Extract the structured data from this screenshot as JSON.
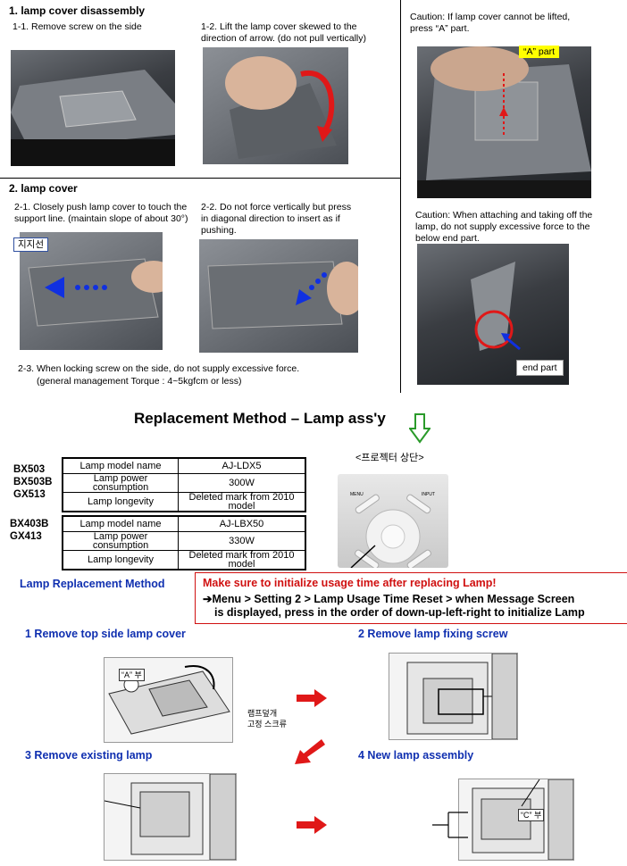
{
  "sections": {
    "s1_title": "1. lamp cover disassembly",
    "s1_step1": "1-1. Remove screw on the side",
    "s1_step2_l1": "1-2. Lift the lamp cover skewed  to the",
    "s1_step2_l2": "direction of arrow. (do not pull vertically)",
    "caution1_l1": "Caution: If lamp cover cannot be lifted,",
    "caution1_l2": "press “A” part.",
    "a_part_label": "“A” part",
    "s2_title": "2. lamp cover",
    "s2_step1_l1": "2-1. Closely push lamp cover to touch the",
    "s2_step1_l2": "support line. (maintain slope of about 30°)",
    "support_line_label": "지지선",
    "s2_step2_l1": "2-2.  Do not force vertically but press",
    "s2_step2_l2": "in diagonal direction to insert as if",
    "s2_step2_l3": "pushing.",
    "caution2_l1": "Caution: When attaching and taking off the",
    "caution2_l2": "lamp, do not supply excessive force to the",
    "caution2_l3": "below end part.",
    "end_part_label": "end part",
    "s2_step3_l1": "2-3. When locking screw on the side, do not supply excessive force.",
    "s2_step3_l2": "(general management Torque : 4~5kgfcm or less)"
  },
  "replacement": {
    "title": "Replacement Method – Lamp ass'y",
    "panel_caption": "<프로젝터 상단>",
    "menu_label": "MENU",
    "input_label": "INPUT"
  },
  "spec_groups": [
    {
      "models": [
        "BX503",
        "BX503B",
        "GX513"
      ],
      "rows": [
        {
          "label": "Lamp model name",
          "value": "AJ-LDX5"
        },
        {
          "label": "Lamp power consumption",
          "value": "300W"
        },
        {
          "label": "Lamp longevity",
          "value": "Deleted mark from 2010 model"
        }
      ]
    },
    {
      "models": [
        "BX403B",
        "GX413"
      ],
      "rows": [
        {
          "label": "Lamp model name",
          "value": "AJ-LBX50"
        },
        {
          "label": "Lamp power consumption",
          "value": "330W"
        },
        {
          "label": "Lamp longevity",
          "value": "Deleted mark from 2010 model"
        }
      ]
    }
  ],
  "method": {
    "heading": "Lamp Replacement Method",
    "warning": "Make sure to initialize usage time after replacing Lamp!",
    "instr_l1": "➔Menu > Setting 2 > Lamp Usage Time Reset > when Message Screen",
    "instr_l2": "is displayed, press in the order of down-up-left-right to initialize Lamp",
    "step1": "1 Remove top side lamp cover",
    "step2": "2 Remove lamp fixing screw",
    "step3": "3 Remove existing lamp",
    "step4": "4 New lamp assembly",
    "sketch1_a_label": "“A” 부",
    "sketch1_screw_l1": "램프덮개",
    "sketch1_screw_l2": "고정 스크류",
    "sketch4_c_label": "“C” 부"
  },
  "colors": {
    "heading_blue": "#1030b0",
    "warning_red": "#d01010",
    "arrow_red": "#e01818",
    "arrow_green": "#2a9a2a",
    "arrow_blue": "#1030e0"
  }
}
